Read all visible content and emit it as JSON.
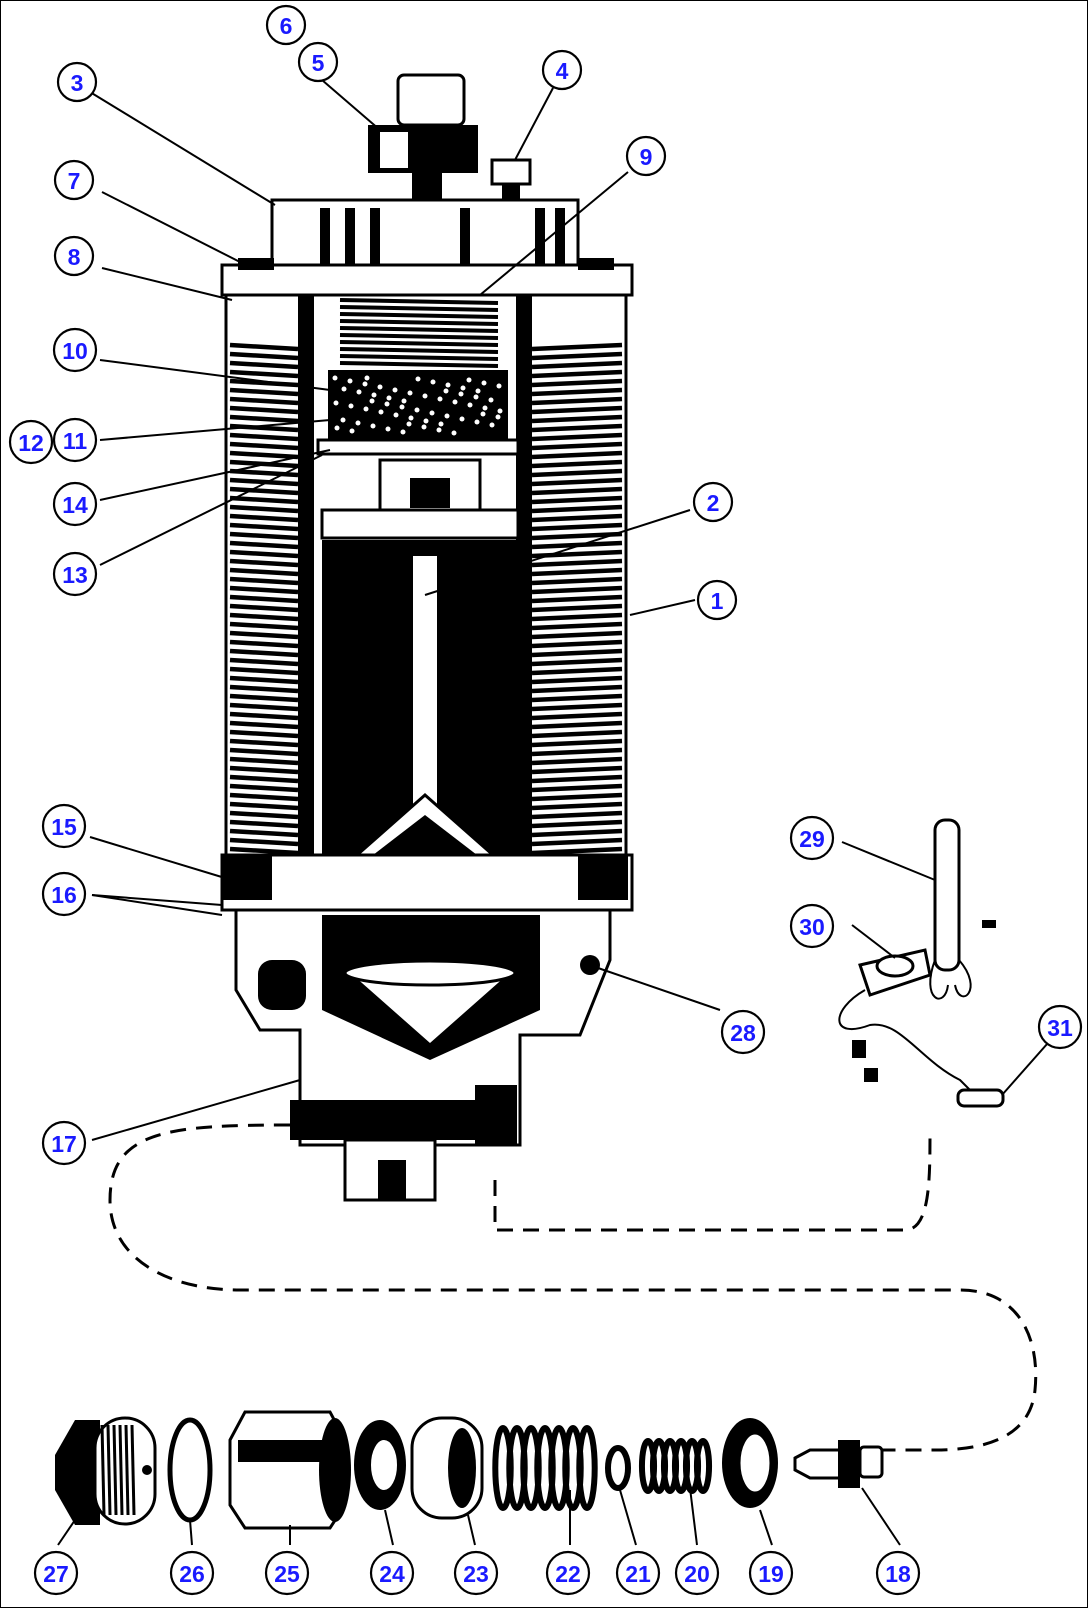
{
  "diagram": {
    "colors": {
      "callout_text": "#1a1aff",
      "line": "#000000",
      "background": "#ffffff"
    },
    "callouts": [
      {
        "id": "c1",
        "label": "1"
      },
      {
        "id": "c2",
        "label": "2"
      },
      {
        "id": "c3",
        "label": "3"
      },
      {
        "id": "c4",
        "label": "4"
      },
      {
        "id": "c5",
        "label": "5"
      },
      {
        "id": "c6",
        "label": "6"
      },
      {
        "id": "c7",
        "label": "7"
      },
      {
        "id": "c8",
        "label": "8"
      },
      {
        "id": "c9",
        "label": "9"
      },
      {
        "id": "c10",
        "label": "10"
      },
      {
        "id": "c11",
        "label": "11"
      },
      {
        "id": "c12",
        "label": "12"
      },
      {
        "id": "c13",
        "label": "13"
      },
      {
        "id": "c14",
        "label": "14"
      },
      {
        "id": "c15",
        "label": "15"
      },
      {
        "id": "c16",
        "label": "16"
      },
      {
        "id": "c17",
        "label": "17"
      },
      {
        "id": "c18",
        "label": "18"
      },
      {
        "id": "c19",
        "label": "19"
      },
      {
        "id": "c20",
        "label": "20"
      },
      {
        "id": "c21",
        "label": "21"
      },
      {
        "id": "c22",
        "label": "22"
      },
      {
        "id": "c23",
        "label": "23"
      },
      {
        "id": "c24",
        "label": "24"
      },
      {
        "id": "c25",
        "label": "25"
      },
      {
        "id": "c26",
        "label": "26"
      },
      {
        "id": "c27",
        "label": "27"
      },
      {
        "id": "c28",
        "label": "28"
      },
      {
        "id": "c29",
        "label": "29"
      },
      {
        "id": "c30",
        "label": "30"
      },
      {
        "id": "c31",
        "label": "31"
      }
    ]
  }
}
